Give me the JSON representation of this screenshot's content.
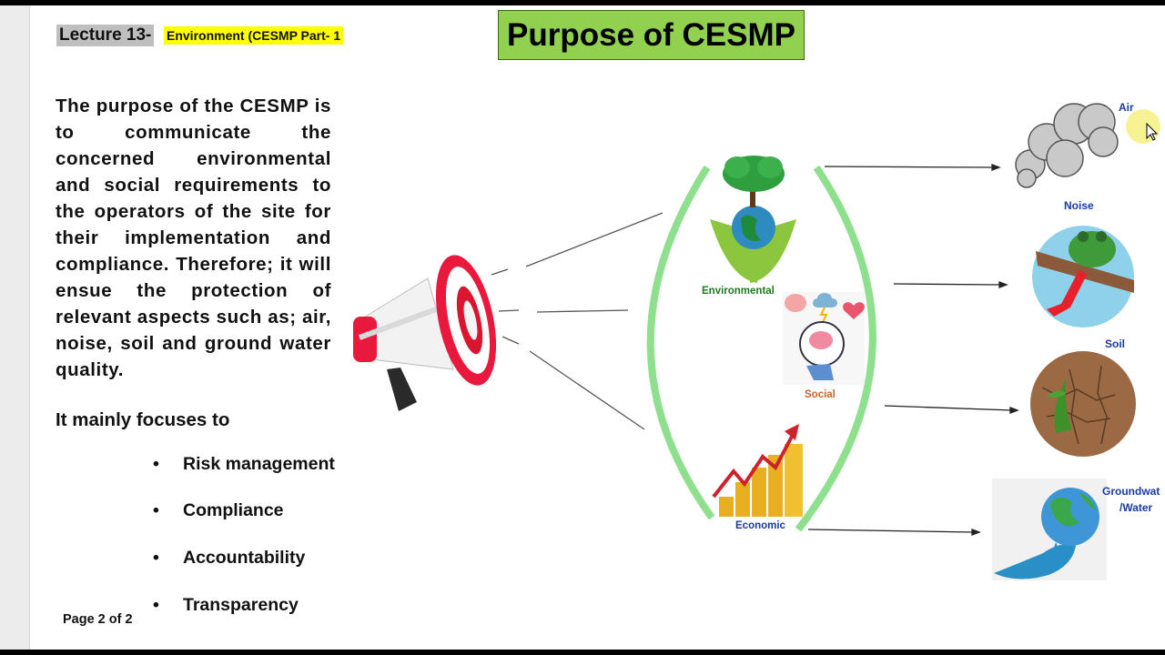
{
  "header": {
    "lecture": "Lecture 13-",
    "topic": "Environment (CESMP Part- 1",
    "title": "Purpose of CESMP"
  },
  "body": {
    "paragraph": "The purpose of the CESMP is to communicate the concerned environmental and social requirements to the operators of the site for their implementation and compliance. Therefore; it will ensue the protection of relevant aspects such as; air, noise, soil and ground water quality.",
    "focus_intro": "It mainly focuses to",
    "bullets": [
      "Risk management",
      "Compliance",
      "Accountability",
      "Transparency"
    ]
  },
  "footer": {
    "page": "Page 2 of 2"
  },
  "diagram": {
    "pillars": {
      "environmental": "Environmental",
      "social": "Social",
      "economic": "Economic"
    },
    "outcomes": {
      "air": "Air",
      "noise": "Noise",
      "soil": "Soil",
      "groundwater_line1": "Groundwat",
      "groundwater_line2": "/Water"
    }
  },
  "colors": {
    "title_bg": "#92d050",
    "lecture_bg": "#bfbfbf",
    "topic_bg": "#ffff00",
    "arc": "#8ee08e",
    "megaphone": "#e8193c",
    "label_green": "#1f7a1f",
    "label_orange": "#c8642a",
    "label_blue": "#1a3b9e"
  }
}
